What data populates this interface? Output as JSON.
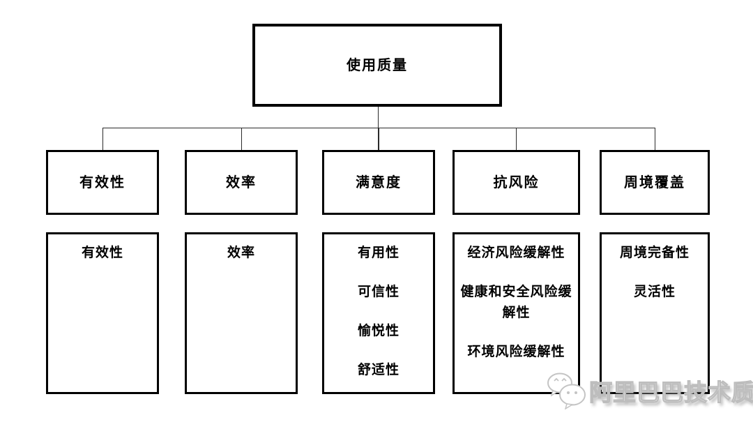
{
  "diagram": {
    "root": {
      "label": "使用质量"
    },
    "columns": [
      {
        "header": "有效性",
        "items": [
          "有效性"
        ]
      },
      {
        "header": "效率",
        "items": [
          "效率"
        ]
      },
      {
        "header": "满意度",
        "items": [
          "有用性",
          "可信性",
          "愉悦性",
          "舒适性"
        ]
      },
      {
        "header": "抗风险",
        "items": [
          "经济风险缓解性",
          "健康和安全风险缓解性",
          "环境风险缓解性"
        ]
      },
      {
        "header": "周境覆盖",
        "items": [
          "周境完备性",
          "灵活性"
        ]
      }
    ]
  },
  "watermark": {
    "text": "阿里巴巴技术质量",
    "icon": "wechat-icon"
  },
  "colors": {
    "background": "#ffffff",
    "box_border": "#000000",
    "connector_line": "#2a2a2a",
    "text": "#000000",
    "watermark_fill": "#ffffff",
    "watermark_outline": "#bdbdbd"
  }
}
